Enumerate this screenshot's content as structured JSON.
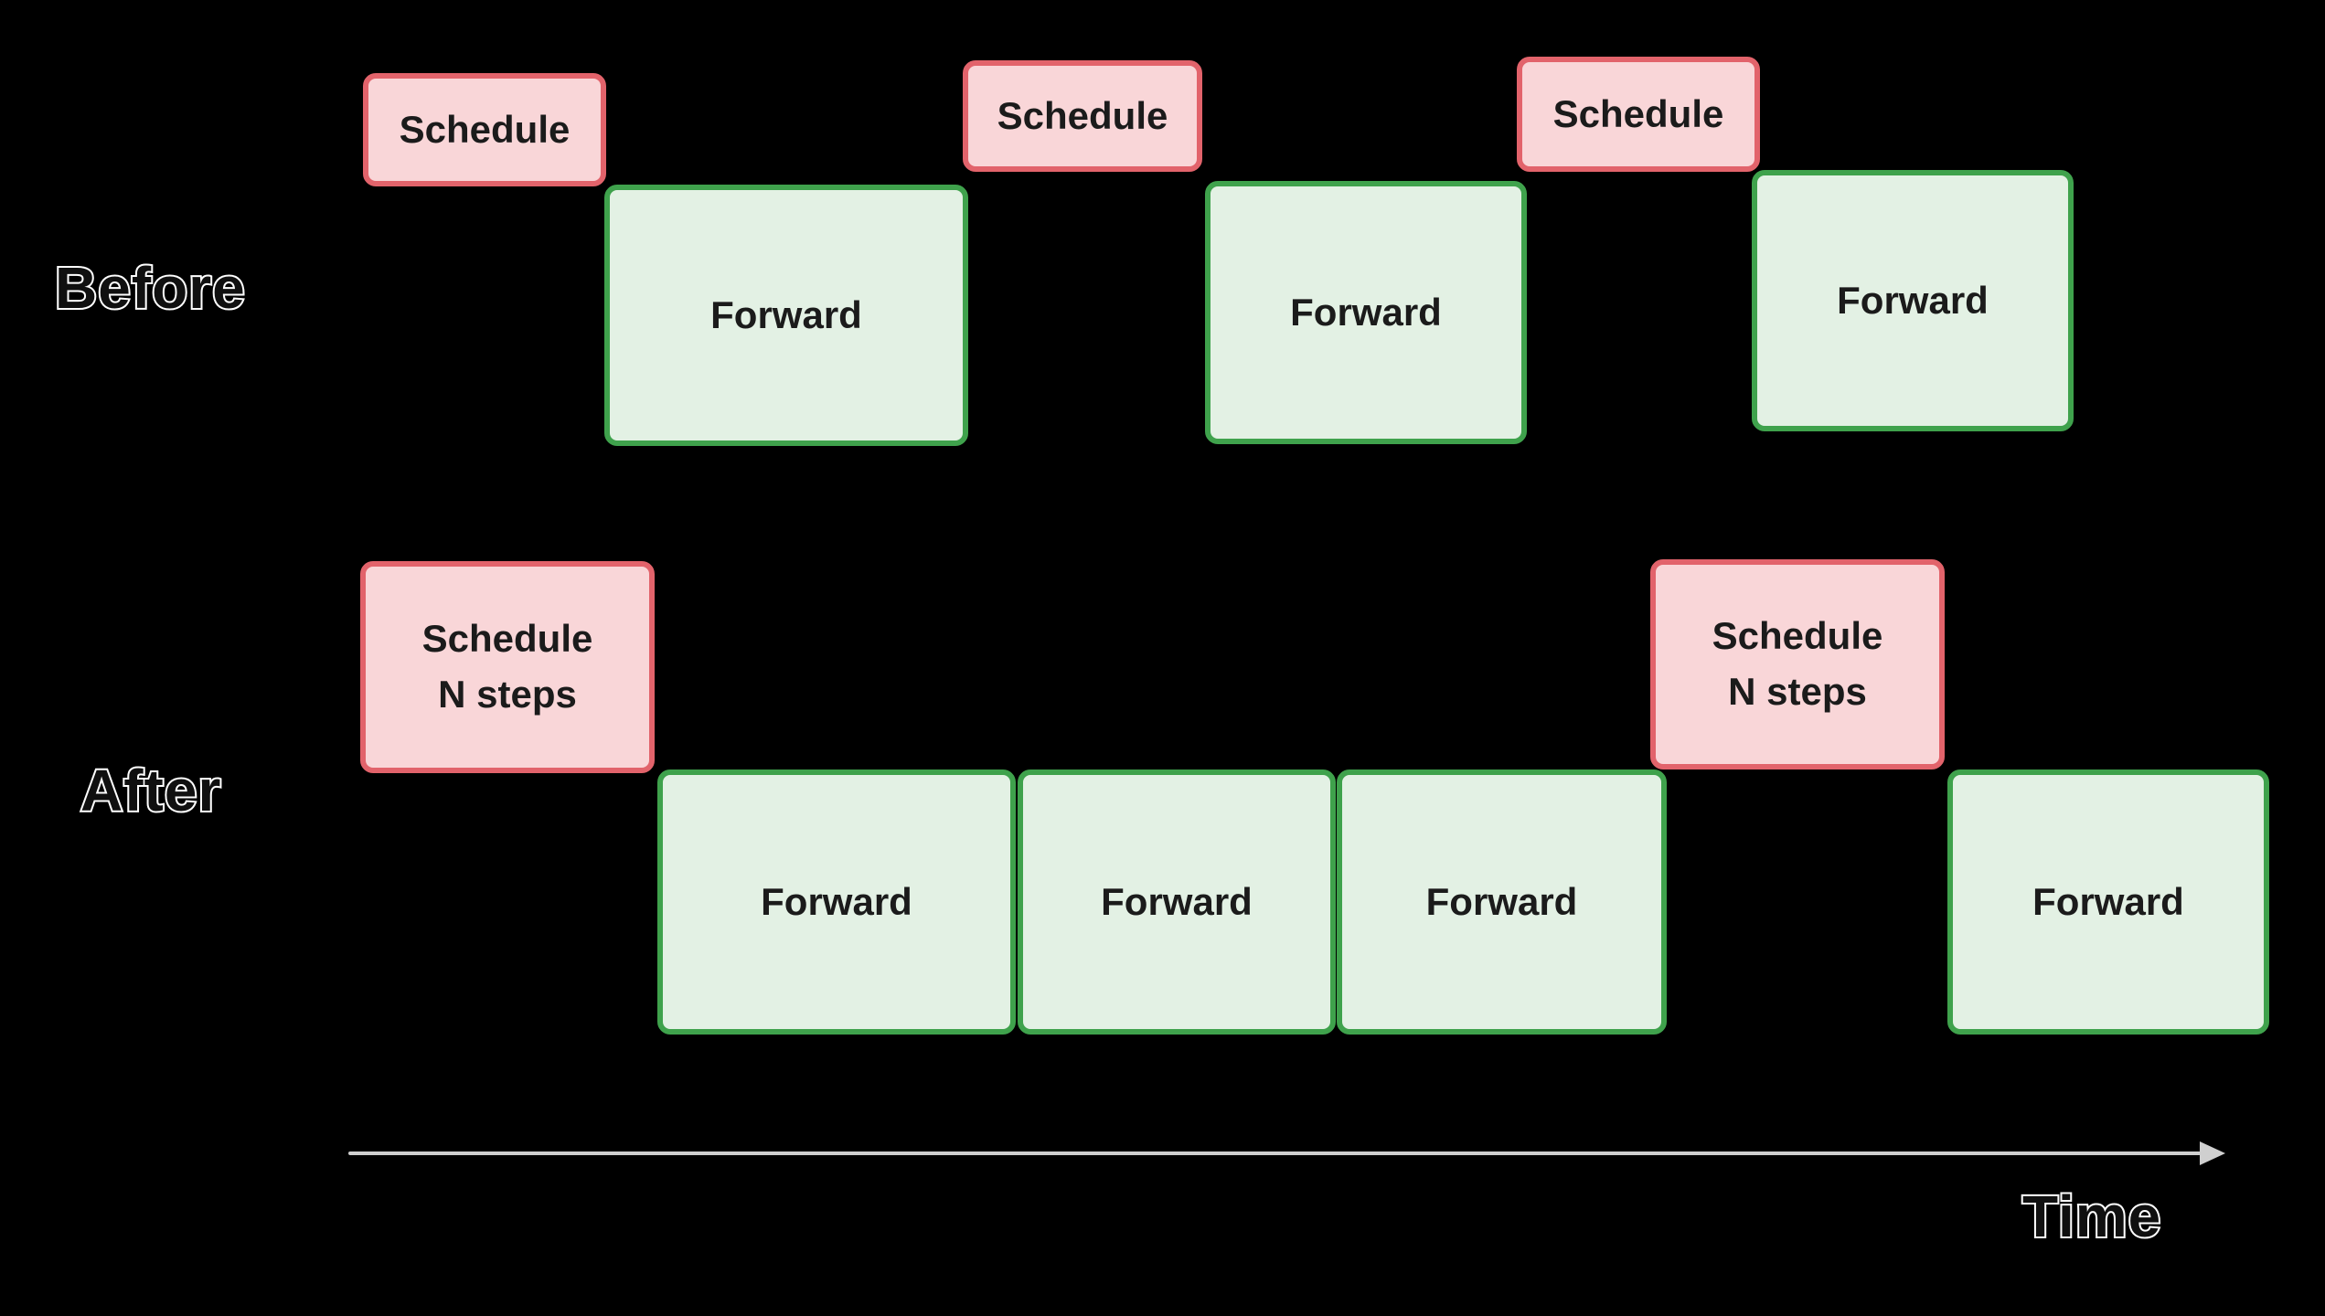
{
  "labels": {
    "before": "Before",
    "after": "After",
    "time": "Time"
  },
  "colors": {
    "background": "#000000",
    "schedule_fill": "#f9d6d8",
    "schedule_border": "#e2636b",
    "forward_fill": "#e3f1e4",
    "forward_border": "#3fa24c",
    "box_text": "#1b1b1b",
    "outline_label_text": "#ffffff",
    "time_axis": "#cfcfcf"
  },
  "before": {
    "schedule_boxes": [
      {
        "label": "Schedule"
      },
      {
        "label": "Schedule"
      },
      {
        "label": "Schedule"
      }
    ],
    "forward_boxes": [
      {
        "label": "Forward"
      },
      {
        "label": "Forward"
      },
      {
        "label": "Forward"
      }
    ]
  },
  "after": {
    "schedule_boxes": [
      {
        "label": "Schedule\nN steps"
      },
      {
        "label": "Schedule\nN steps"
      }
    ],
    "forward_boxes": [
      {
        "label": "Forward"
      },
      {
        "label": "Forward"
      },
      {
        "label": "Forward"
      },
      {
        "label": "Forward"
      }
    ]
  }
}
